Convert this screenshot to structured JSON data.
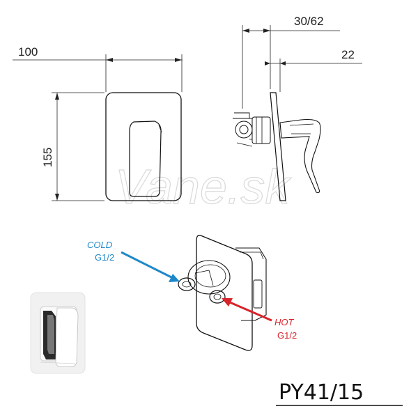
{
  "dimensions": {
    "width": "100",
    "height": "155",
    "depth_range": "30/62",
    "plate_offset": "22"
  },
  "ports": {
    "cold": {
      "name": "COLD",
      "thread": "G1/2",
      "color": "#1e88c9"
    },
    "hot": {
      "name": "HOT",
      "thread": "G1/2",
      "color": "#d8232a"
    }
  },
  "product_code": "PY41/15",
  "watermark": "Vane.sk"
}
